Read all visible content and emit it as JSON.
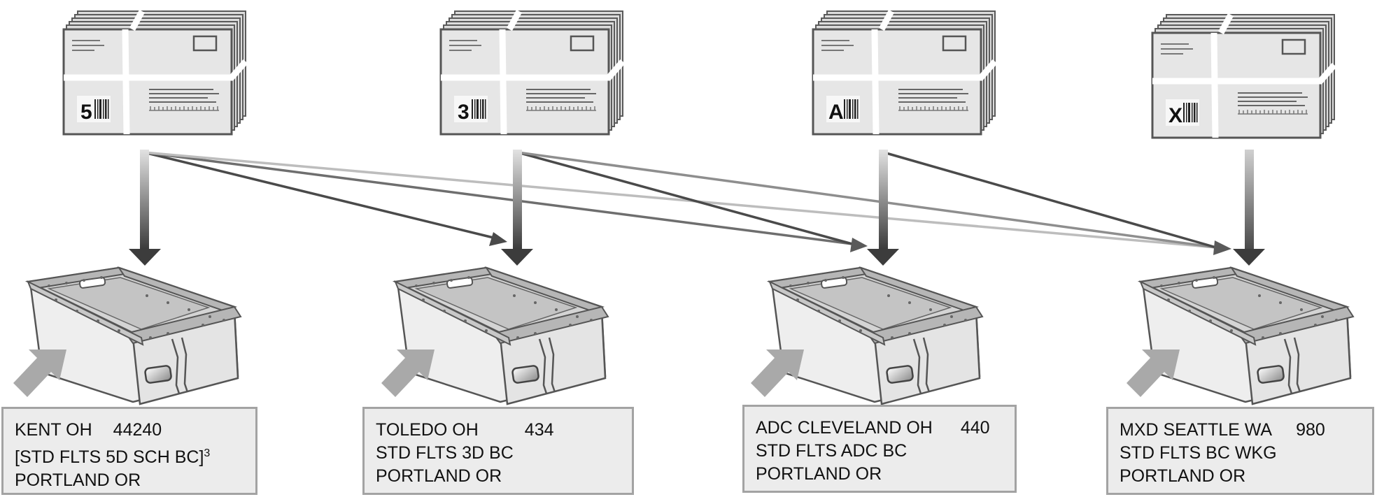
{
  "bundles": [
    {
      "id": "five",
      "code": "5"
    },
    {
      "id": "three",
      "code": "3"
    },
    {
      "id": "adc",
      "code": "A"
    },
    {
      "id": "mixed",
      "code": "X"
    }
  ],
  "labels": [
    {
      "line1_city": "KENT OH",
      "line1_zip": "44240",
      "line2": "[STD FLTS 5D SCH BC]",
      "line2_sup": "3",
      "line3": "PORTLAND OR"
    },
    {
      "line1_city": "TOLEDO OH",
      "line1_zip": "434",
      "line2": "STD FLTS 3D BC",
      "line2_sup": "",
      "line3": "PORTLAND OR"
    },
    {
      "line1_city": "ADC CLEVELAND OH",
      "line1_zip": "440",
      "line2": "STD FLTS ADC BC",
      "line2_sup": "",
      "line3": "PORTLAND OR"
    },
    {
      "line1_city": "MXD SEATTLE WA",
      "line1_zip": "980",
      "line2": "STD FLTS BC WKG",
      "line2_sup": "",
      "line3": "PORTLAND OR"
    }
  ],
  "colors": {
    "ink": "#111111",
    "arrow_dark": "#4a4a4a",
    "arrow_light": "#bdbdbd",
    "envelope": "#e6e6e6",
    "tray": "#f0f0f0",
    "label_bg": "#ececec",
    "label_border": "#a3a3a3"
  }
}
